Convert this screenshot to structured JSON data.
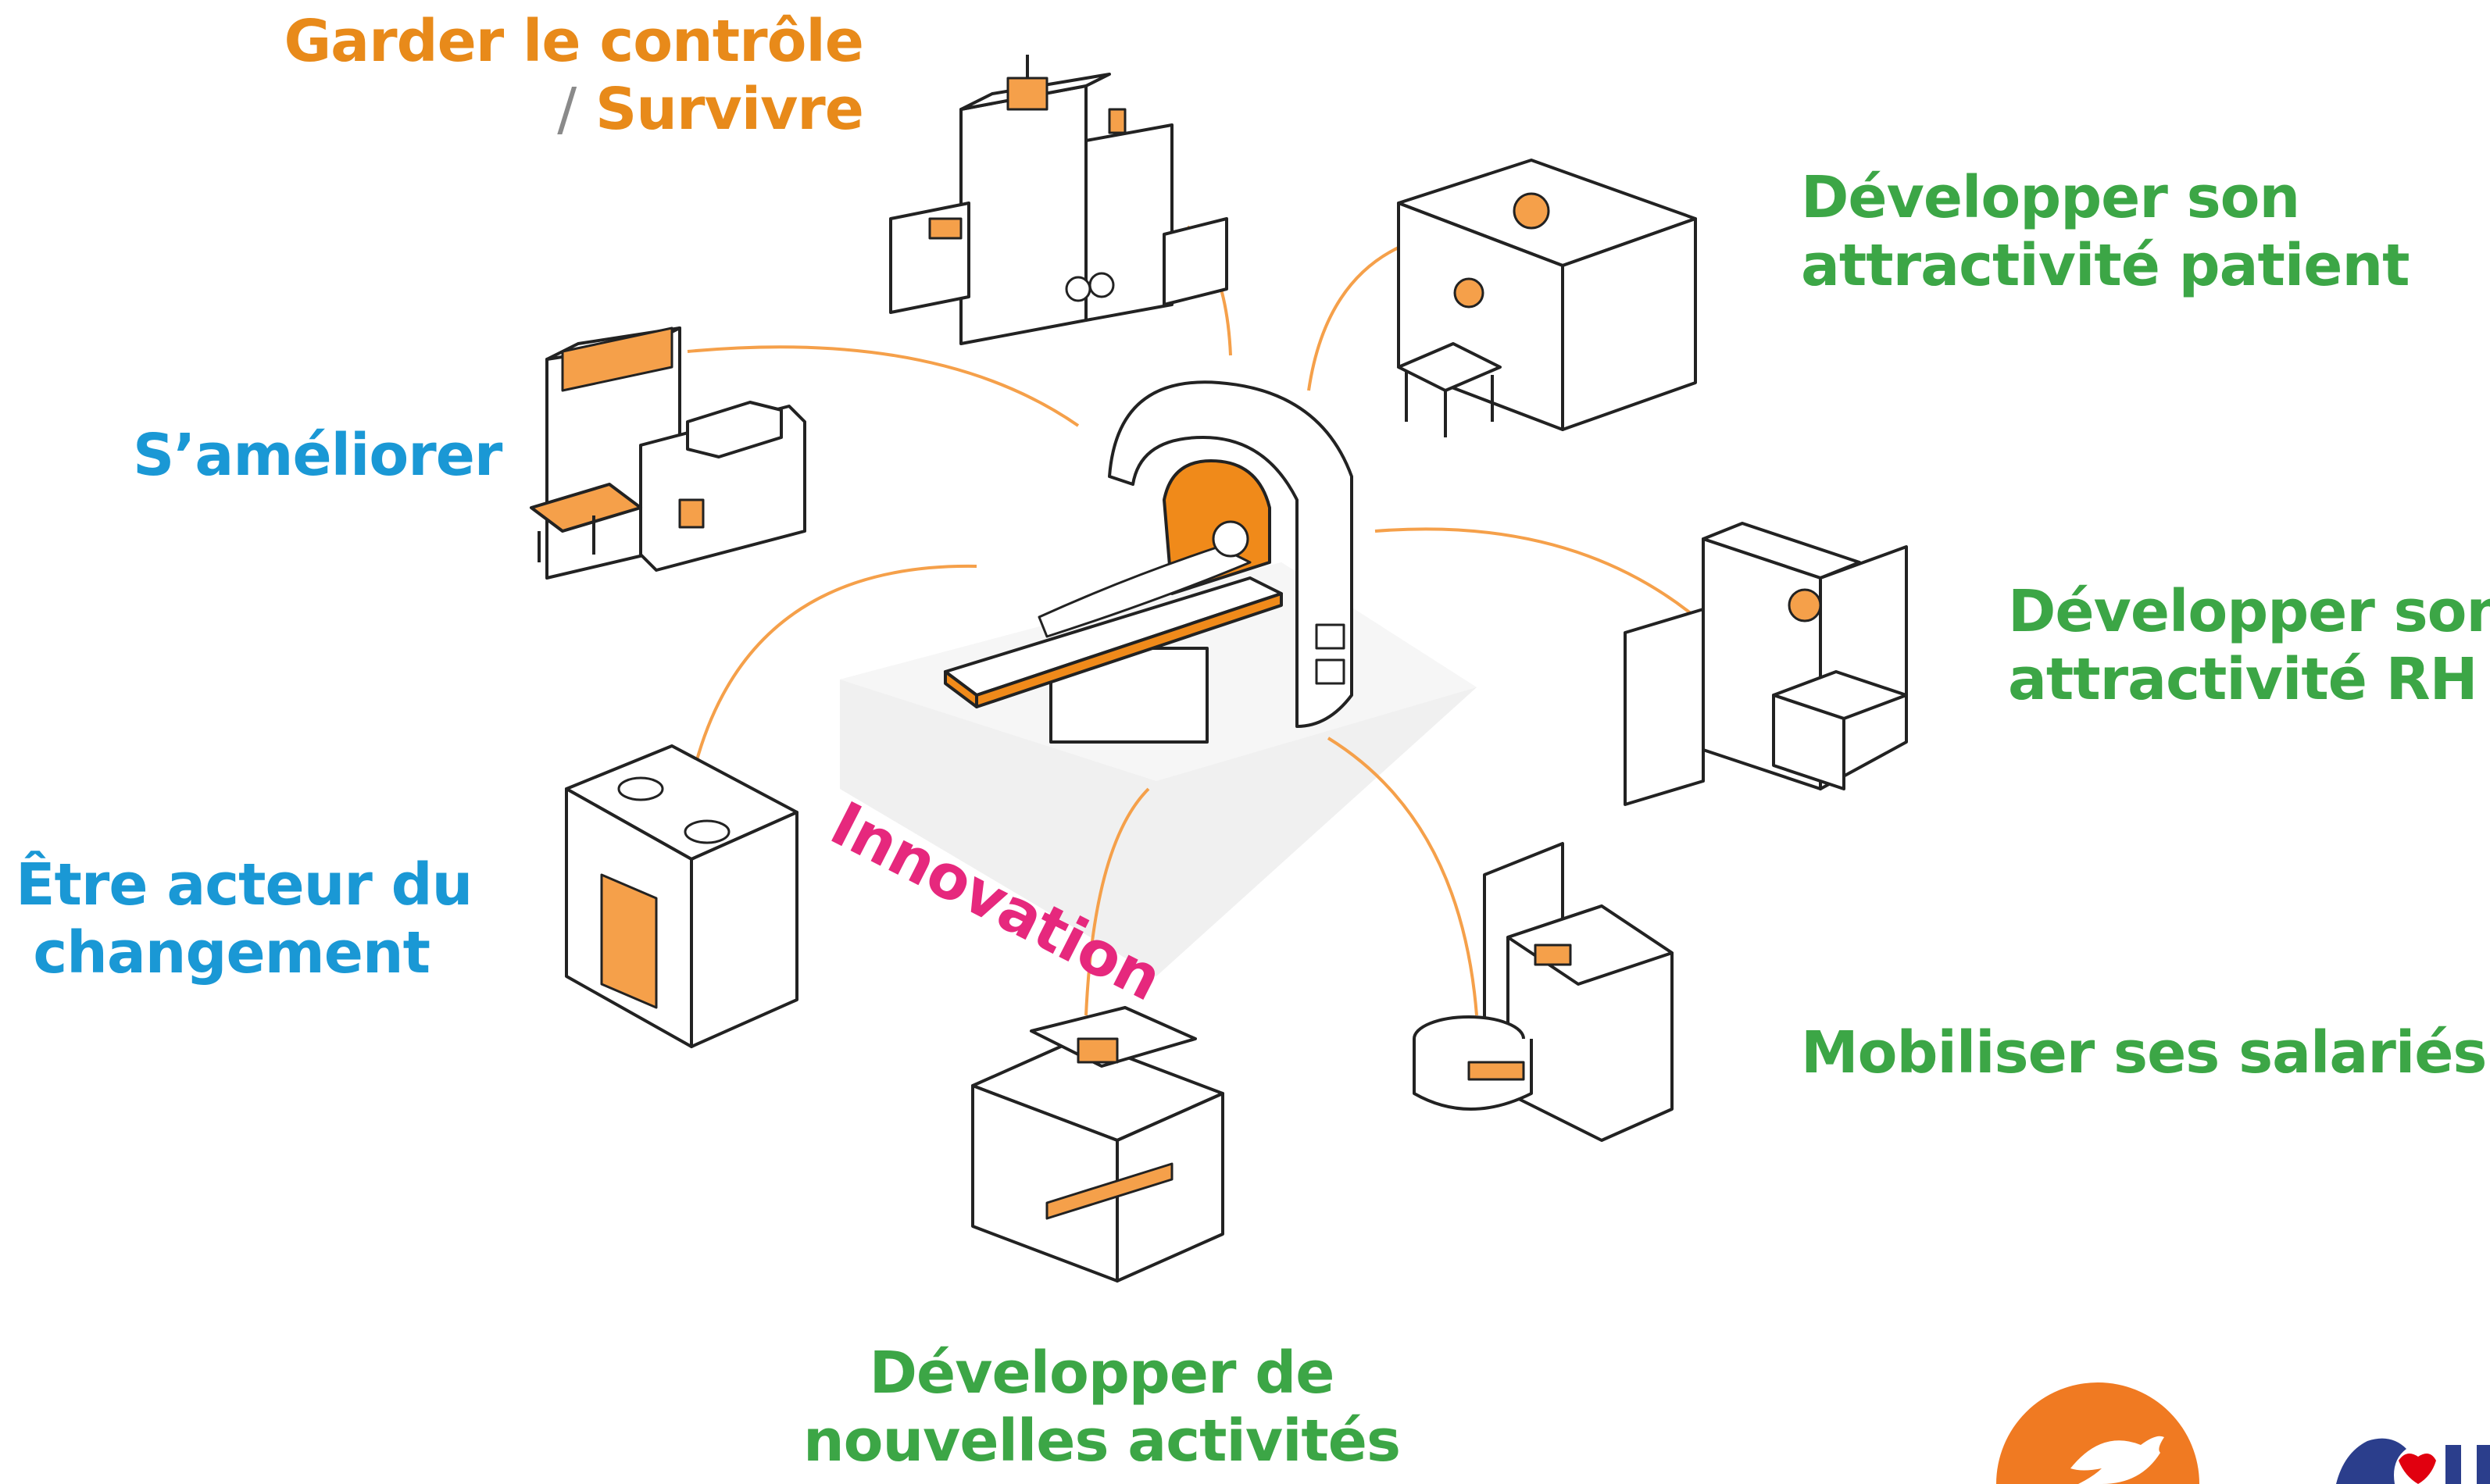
{
  "labels": {
    "garder_line1": "Garder le contrôle",
    "garder_sep": "/",
    "garder_line2": "Survivre",
    "attract_patient_line1": "Développer son",
    "attract_patient_line2": "attractivité patient",
    "ameliorer": "S’améliorer",
    "attract_rh_line1": "Développer son",
    "attract_rh_line2": "attractivité RH",
    "acteur_line1": "Être acteur du",
    "acteur_line2": "changement",
    "mobiliser": "Mobiliser ses salariés",
    "activites_line1": "Développer de",
    "activites_line2": "nouvelles activités",
    "center": "Innovation"
  },
  "icons": {
    "social": "twitter-bird-icon",
    "partner": "marianne-logo"
  },
  "colors": {
    "orange": "#e88a1a",
    "green": "#3ca646",
    "blue": "#1a98d5",
    "magenta": "#e6287d",
    "line": "#222222"
  }
}
